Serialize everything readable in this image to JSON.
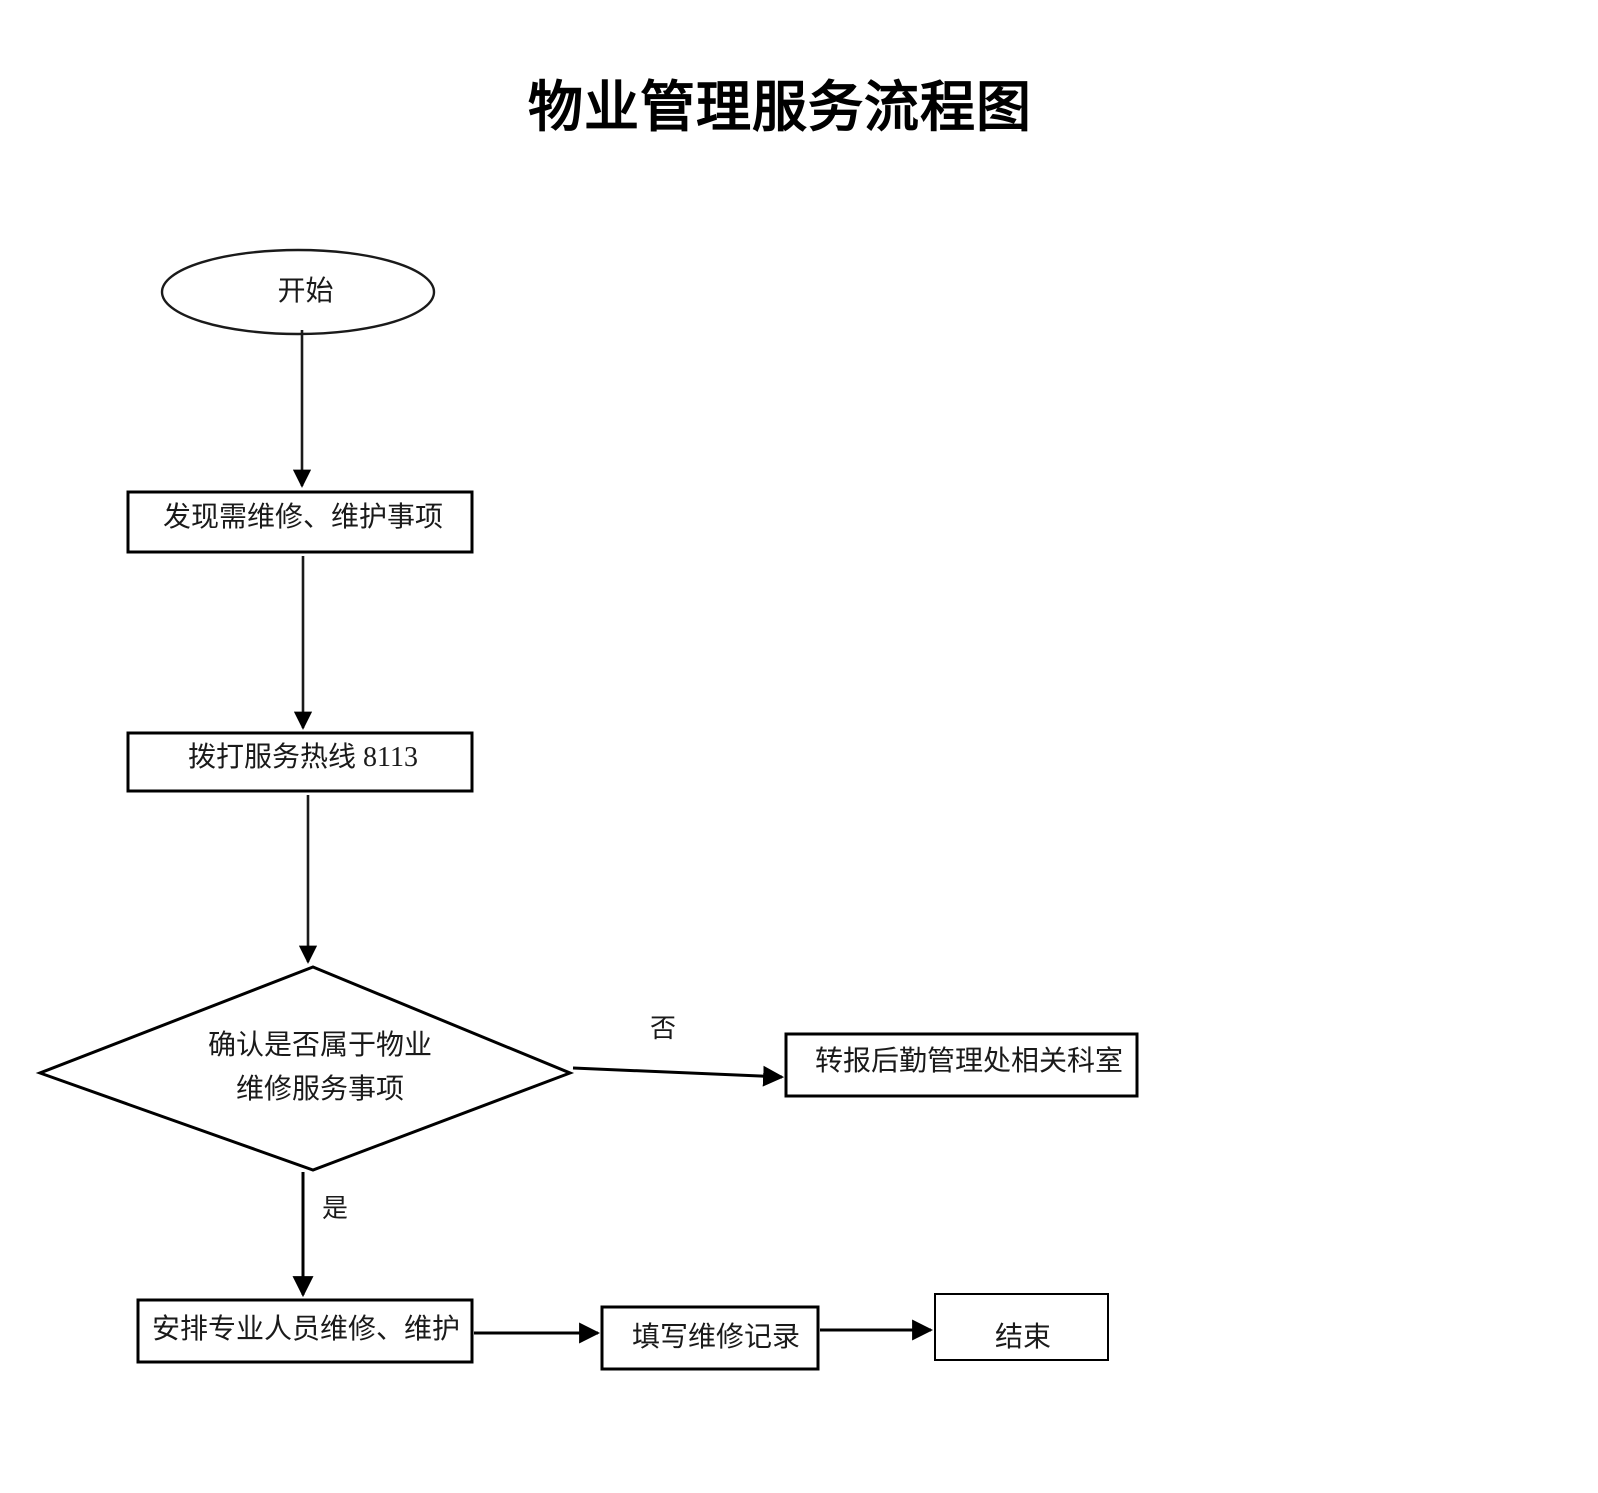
{
  "document": {
    "title": "物业管理服务流程图"
  },
  "chart_data": {
    "type": "diagram",
    "diagram_type": "flowchart",
    "title": "物业管理服务流程图",
    "orientation": "top-to-bottom",
    "background_color": "#ffffff",
    "line_color": "#000000",
    "text_color": "#1a1a1a",
    "nodes": [
      {
        "id": "start",
        "shape": "ellipse",
        "label": "开始"
      },
      {
        "id": "discover",
        "shape": "rectangle",
        "label": "发现需维修、维护事项"
      },
      {
        "id": "hotline",
        "shape": "rectangle",
        "label": "拨打服务热线 8113"
      },
      {
        "id": "decision",
        "shape": "diamond",
        "label_line_1": "确认是否属于物业",
        "label_line_2": "维修服务事项"
      },
      {
        "id": "forward",
        "shape": "rectangle",
        "label": "转报后勤管理处相关科室"
      },
      {
        "id": "arrange",
        "shape": "rectangle",
        "label": "安排专业人员维修、维护"
      },
      {
        "id": "record",
        "shape": "rectangle",
        "label": "填写维修记录"
      },
      {
        "id": "end",
        "shape": "rectangle",
        "label": "结束"
      }
    ],
    "edges": [
      {
        "from": "start",
        "to": "discover",
        "label": ""
      },
      {
        "from": "discover",
        "to": "hotline",
        "label": ""
      },
      {
        "from": "hotline",
        "to": "decision",
        "label": ""
      },
      {
        "from": "decision",
        "to": "forward",
        "label": "否"
      },
      {
        "from": "decision",
        "to": "arrange",
        "label": "是"
      },
      {
        "from": "arrange",
        "to": "record",
        "label": ""
      },
      {
        "from": "record",
        "to": "end",
        "label": ""
      }
    ],
    "edge_labels": {
      "no": "否",
      "yes": "是"
    }
  }
}
